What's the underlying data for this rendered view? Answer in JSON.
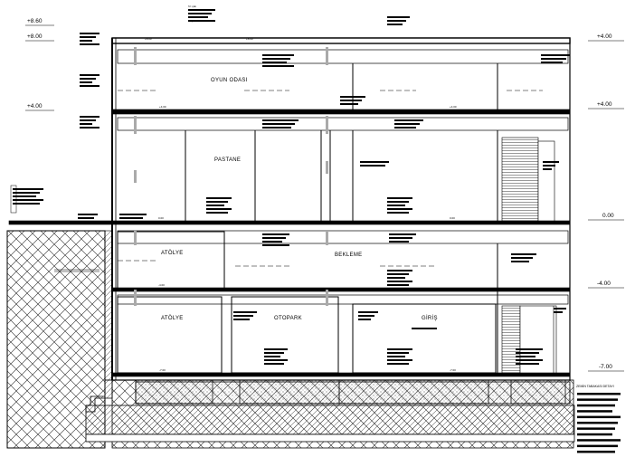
{
  "drawing": {
    "rooms": {
      "oyun_odasi": "OYUN ODASI",
      "pastane": "PASTANE",
      "atolye_upper": "ATÖLYE",
      "bekleme": "BEKLEME",
      "atolye_lower": "ATÖLYE",
      "otopark": "OTOPARK",
      "giris": "GİRİŞ"
    },
    "levels": {
      "top_a": "+8.60",
      "top_b": "+8.00",
      "upper_left": "+4.00",
      "upper_right_a": "+4.00",
      "upper_right_b": "+4.00",
      "zero": "0.00",
      "minus_mid": "-4.00",
      "minus_bottom": "-7.00"
    },
    "slab_marks": {
      "m1": "+8.00",
      "m2": "+8.00",
      "m3": "+4.00",
      "m4": "+4.00",
      "m5": "0.00",
      "m6": "0.00",
      "m7": "-4.00",
      "m8": "-7.00",
      "m9": "-7.00"
    },
    "legend": {
      "title": "ZEMİN TABAKASI DETAYI"
    },
    "notes": {
      "n1": "h= çatı",
      "n2": "su yalıtımı"
    }
  }
}
